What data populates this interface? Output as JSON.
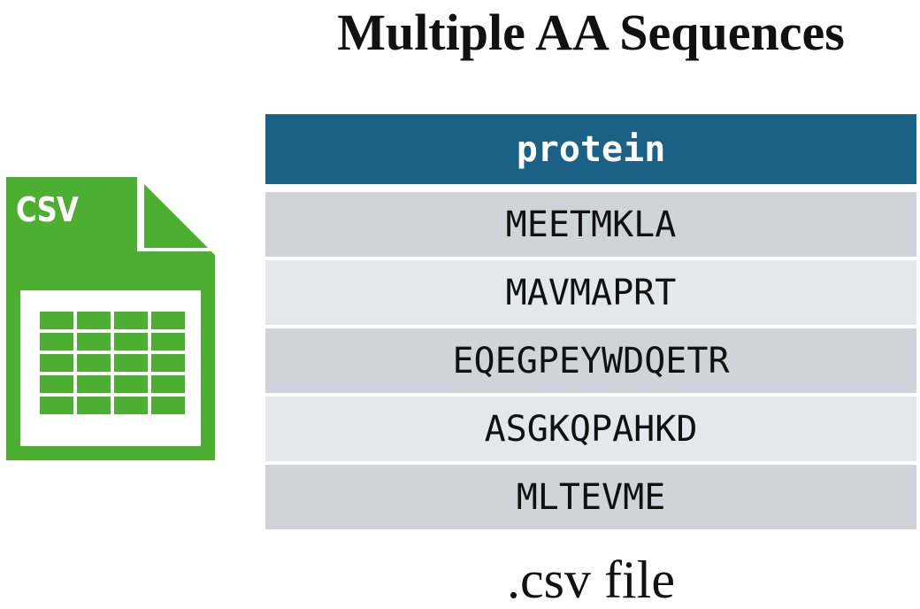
{
  "title": "Multiple AA Sequences",
  "icon": {
    "name": "csv-file-icon",
    "label": "CSV",
    "color": "#4caf32"
  },
  "table": {
    "header": "protein",
    "header_color": "#1a6185",
    "rows": [
      "MEETMKLA",
      "MAVMAPRT",
      "EQEGPEYWDQETR",
      "ASGKQPAHKD",
      "MLTEVME"
    ],
    "row_colors": [
      "#d0d3d8",
      "#e5e7ea"
    ]
  },
  "caption": ".csv file"
}
